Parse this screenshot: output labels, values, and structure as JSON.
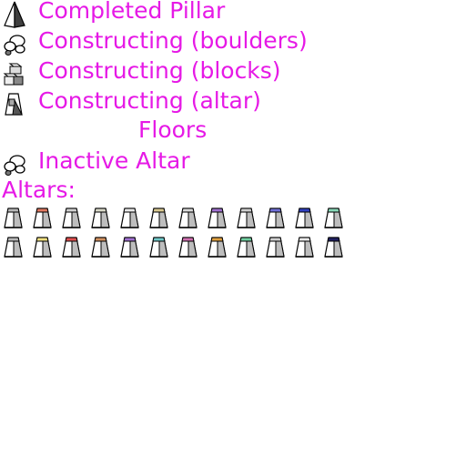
{
  "legend": {
    "completed_pillar": {
      "label": "Completed Pillar",
      "icon": "pillar-icon"
    },
    "constructing_boulders": {
      "label": "Constructing (boulders)",
      "icon": "boulders-icon"
    },
    "constructing_blocks": {
      "label": "Constructing (blocks)",
      "icon": "blocks-icon"
    },
    "constructing_altar": {
      "label": "Constructing (altar)",
      "icon": "altar-construction-icon"
    },
    "floors": {
      "label": "Floors"
    },
    "inactive_altar": {
      "label": "Inactive Altar",
      "icon": "inactive-altar-icon"
    }
  },
  "altars": {
    "heading": "Altars:",
    "row1_colors": [
      "#b8b8b8",
      "#e07860",
      "#d0d0d0",
      "#d8d8c8",
      "#e8e8e8",
      "#d8c890",
      "#d8d8d8",
      "#a070d0",
      "#d0d0d0",
      "#7070d8",
      "#3040c0",
      "#88d8b8"
    ],
    "row2_colors": [
      "#b8b8b8",
      "#f0e080",
      "#e05050",
      "#d09060",
      "#a070d0",
      "#70c8c8",
      "#d070b0",
      "#e0a040",
      "#70d0a0",
      "#d0d0d0",
      "#e8e8e8",
      "#202060"
    ]
  }
}
